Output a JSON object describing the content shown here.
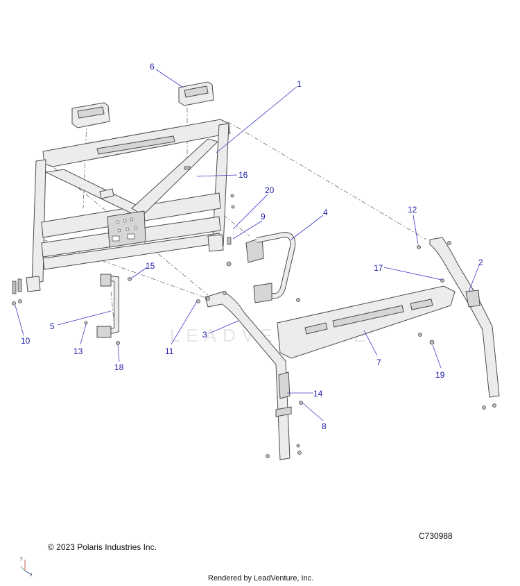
{
  "diagram": {
    "drawing_number": "C730988",
    "copyright": "© 2023 Polaris Industries Inc.",
    "rendered_by": "Rendered by LeadVenture, Inc.",
    "watermark": "LEADVENTURE",
    "axis_labels": {
      "y": "y",
      "z": "z"
    },
    "callouts": [
      {
        "id": "c1",
        "label": "1"
      },
      {
        "id": "c2",
        "label": "2"
      },
      {
        "id": "c3",
        "label": "3"
      },
      {
        "id": "c4",
        "label": "4"
      },
      {
        "id": "c5",
        "label": "5"
      },
      {
        "id": "c6",
        "label": "6"
      },
      {
        "id": "c7",
        "label": "7"
      },
      {
        "id": "c8",
        "label": "8"
      },
      {
        "id": "c9",
        "label": "9"
      },
      {
        "id": "c10",
        "label": "10"
      },
      {
        "id": "c11",
        "label": "11"
      },
      {
        "id": "c12",
        "label": "12"
      },
      {
        "id": "c13",
        "label": "13"
      },
      {
        "id": "c14",
        "label": "14"
      },
      {
        "id": "c15",
        "label": "15"
      },
      {
        "id": "c16",
        "label": "16"
      },
      {
        "id": "c17",
        "label": "17"
      },
      {
        "id": "c18",
        "label": "18"
      },
      {
        "id": "c19",
        "label": "19"
      },
      {
        "id": "c20",
        "label": "20"
      }
    ],
    "colors": {
      "callout": "#1a1aa8",
      "part_fill": "#ececec",
      "outline": "#4a4a4a"
    }
  }
}
